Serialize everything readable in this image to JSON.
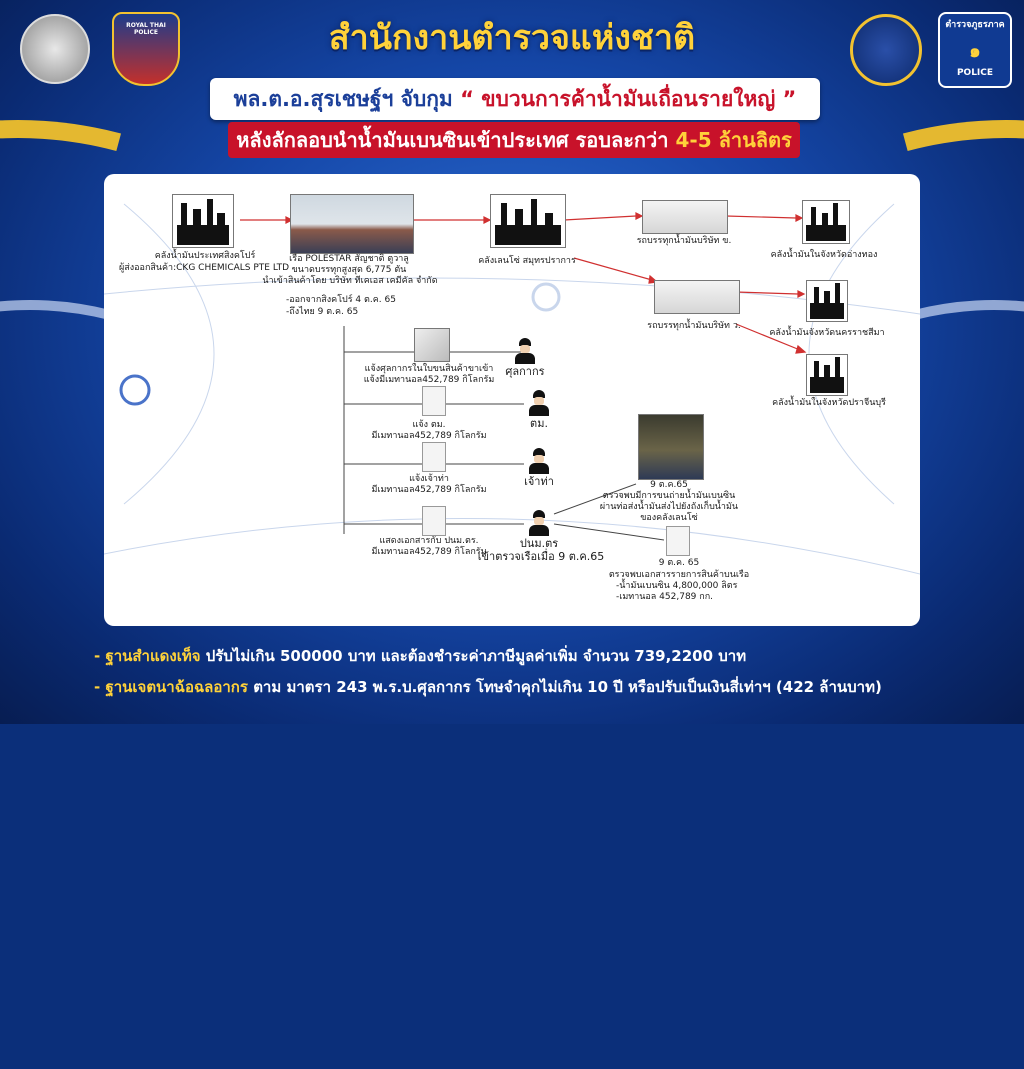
{
  "header": {
    "title": "สำนักงานตำรวจแห่งชาติ",
    "logo_texts": {
      "l2": "ROYAL THAI POLICE",
      "l4_top": "ตำรวจภูธรภาค",
      "l4_num": "๑",
      "l4_bottom": "POLICE"
    }
  },
  "banner": {
    "line1_a": "พล.ต.อ.สุรเชษฐ์ฯ จับกุม",
    "line1_b": "“ ขบวนการค้าน้ำมันเถื่อนรายใหญ่ ”",
    "line2_a": "หลังลักลอบนำน้ำมันเบนซินเข้าประเทศ รอบละกว่า",
    "line2_b": "4-5 ล้านลิตร"
  },
  "diagram": {
    "n_sg_1": "คลังน้ำมันประเทศสิงคโปร์",
    "n_sg_2": "ผู้ส่งออกสินค้า:CKG CHEMICALS PTE LTD",
    "n_ship_1": "เรือ POLESTAR สัญชาติ ตูวาลู",
    "n_ship_2": "ขนาดบรรทุกสูงสุด 6,775 ตัน",
    "n_ship_3": "นำเข้าสินค้าโดย บริษัท ทีเคเอส เคมีคัล จำกัด",
    "n_ship_4": "-ออกจากสิงคโปร์  4 ต.ค. 65",
    "n_ship_5": "-ถึงไทย 9 ต.ค. 65",
    "n_depot": "คลังเลนโซ่ สมุทรปราการ",
    "n_truck1": "รถบรรทุกน้ำมันบริษัท ข.",
    "n_truck2": "รถบรรทุกน้ำมันบริษัท ว.",
    "n_dest1": "คลังน้ำมันในจังหวัดอ่างทอง",
    "n_dest2": "คลังน้ำมันจังหวัดนครราชสีมา",
    "n_dest3": "คลังน้ำมันในจังหวัดปราจีนบุรี",
    "r1_a": "แจ้งศุลกากรในใบขนสินค้าขาเข้า",
    "r1_b": "แจ้งมีเมทานอล452,789 กิโลกรัม",
    "r1_who": "ศุลกากร",
    "r2_a": "แจ้ง ตม.",
    "r2_b": "มีเมทานอล452,789 กิโลกรัม",
    "r2_who": "ตม.",
    "r3_a": "แจ้งเจ้าท่า",
    "r3_b": "มีเมทานอล452,789 กิโลกรัม",
    "r3_who": "เจ้าท่า",
    "r4_a": "แสดงเอกสารกับ ปนม.ตร.",
    "r4_b": "มีเมทานอล452,789 กิโลกรัม",
    "r4_who": "ปนม.ตร",
    "r4_who2": "เข้าตรวจเรือเมื่อ 9 ต.ค.65",
    "f1_a": "9 ต.ค.65",
    "f1_b": "ตรวจพบมีการขนถ่ายน้ำมันเบนซิน",
    "f1_c": "ผ่านท่อส่งน้ำมันส่งไปยังถังเก็บน้ำมัน",
    "f1_d": "ของคลังเลนโซ่",
    "f2_a": "9 ต.ค. 65",
    "f2_b": "ตรวจพบเอกสารรายการสินค้าบนเรือ",
    "f2_c": "-น้ำมันเบนซิน  4,800,000 ลิตร",
    "f2_d": "-เมทานอล  452,789 กก."
  },
  "footer": {
    "l1_a": "- ฐานสำแดงเท็จ",
    "l1_b": "ปรับไม่เกิน 500000 บาท และต้องชำระค่าภาษีมูลค่าเพิ่ม จำนวน 739,2200 บาท",
    "l2_a": "- ฐานเจตนาฉ้อฉลอากร",
    "l2_b": "ตาม มาตรา 243 พ.ร.บ.ศุลกากร โทษจำคุกไม่เกิน 10 ปี หรือปรับเป็นเงินสี่เท่าฯ (422 ล้านบาท)"
  },
  "colors": {
    "accent_yellow": "#ffd23a",
    "accent_red": "#c8122a",
    "brand_blue": "#1547a8"
  }
}
